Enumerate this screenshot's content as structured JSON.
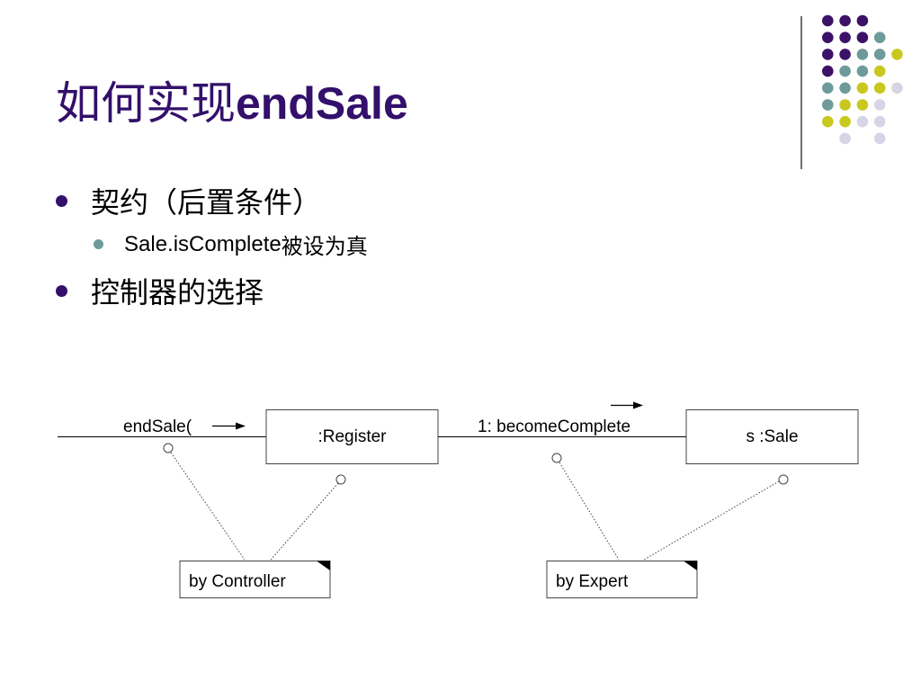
{
  "slide": {
    "title_cjk": "如何实现",
    "title_latin": "endSale",
    "bullets": [
      {
        "text": "契约（后置条件）"
      },
      {
        "text_latin": "Sale.isComplete",
        "text_cjk": "被设为真"
      },
      {
        "text": "控制器的选择"
      }
    ]
  },
  "decoration": {
    "colors": {
      "purple": "#3b1268",
      "teal": "#6e9a9a",
      "yellow": "#c8c81e",
      "lavender": "#d7d4e6"
    },
    "rows": [
      [
        "",
        "purple",
        "purple",
        "purple",
        ""
      ],
      [
        "",
        "purple",
        "purple",
        "purple",
        "teal"
      ],
      [
        "",
        "purple",
        "purple",
        "teal",
        "teal",
        "yellow"
      ],
      [
        "",
        "purple",
        "teal",
        "teal",
        "yellow",
        ""
      ],
      [
        "",
        "teal",
        "teal",
        "yellow",
        "yellow",
        "lavender"
      ],
      [
        "",
        "teal",
        "yellow",
        "yellow",
        "lavender",
        ""
      ],
      [
        "",
        "yellow",
        "yellow",
        "lavender",
        "lavender",
        ""
      ],
      [
        "",
        "",
        "lavender",
        "",
        "lavender",
        ""
      ]
    ]
  },
  "diagram": {
    "incoming_message": "endSale(",
    "register_label": ":Register",
    "sale_label": "s :Sale",
    "message_1": "1: becomeComplete",
    "note_controller": "by Controller",
    "note_expert": "by Expert"
  }
}
